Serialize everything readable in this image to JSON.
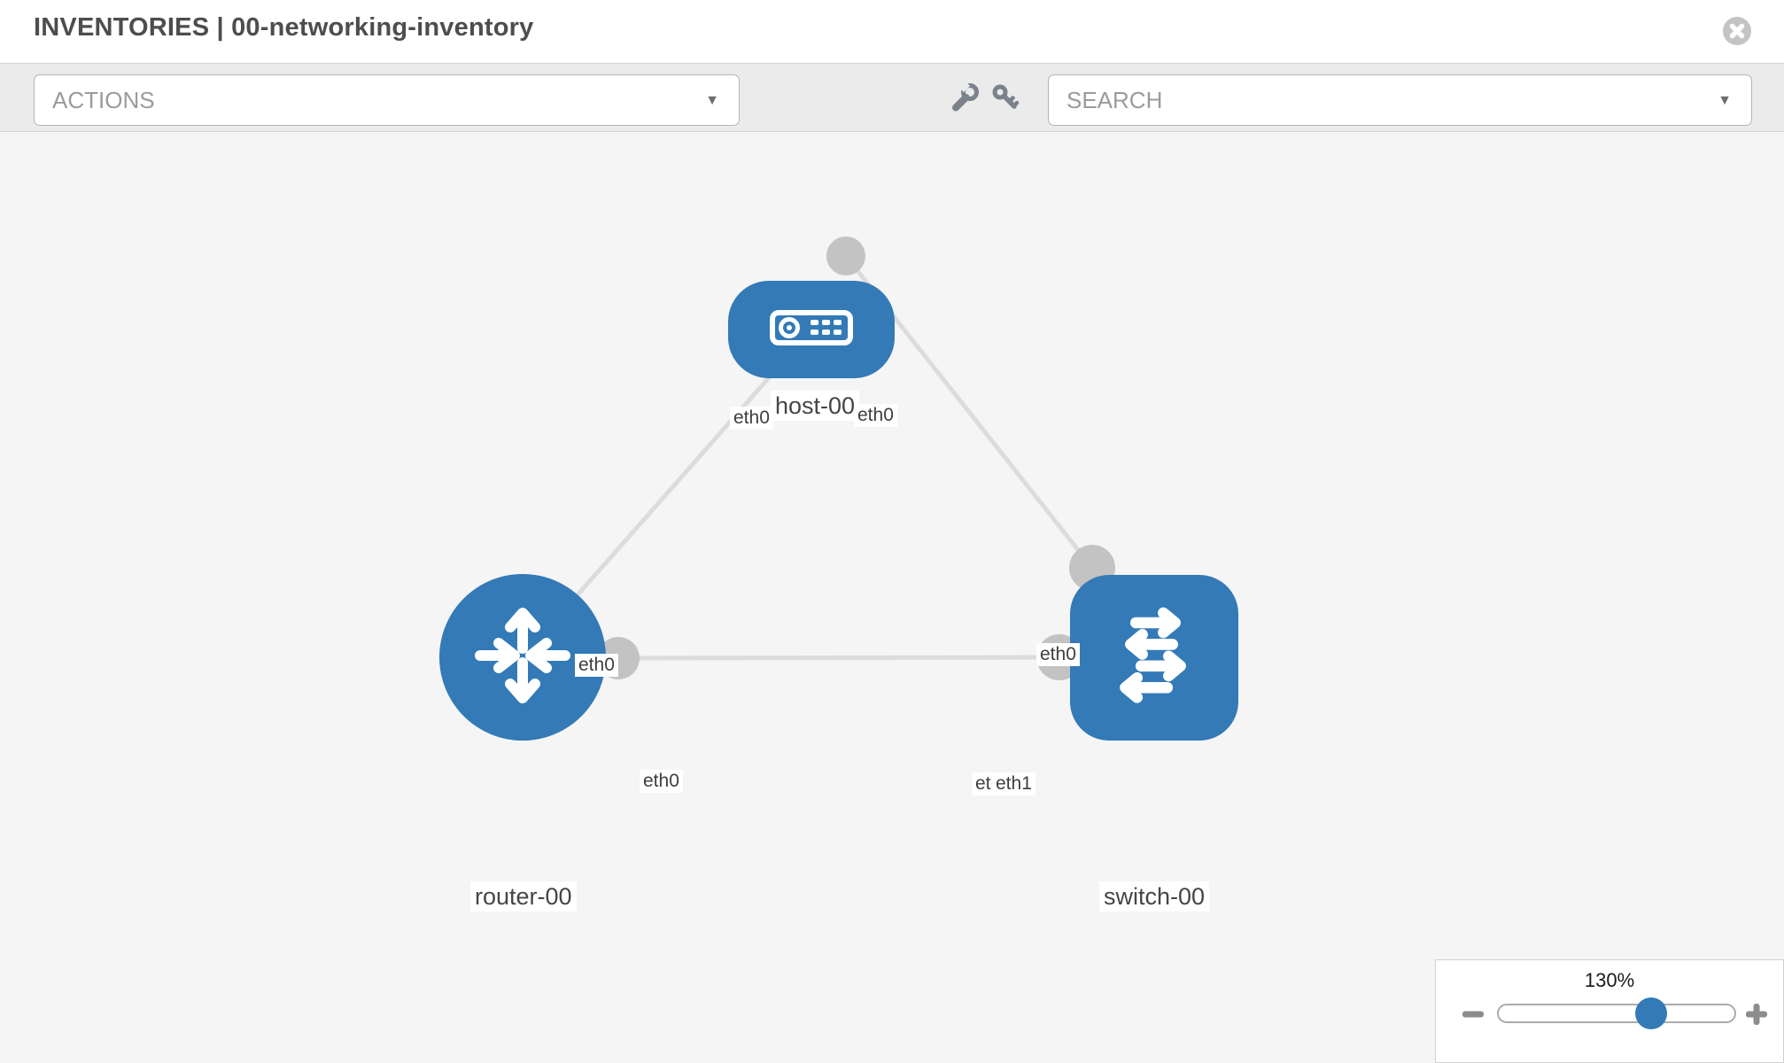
{
  "header": {
    "title": "INVENTORIES | 00-networking-inventory",
    "close_icon": "close-icon"
  },
  "toolbar": {
    "actions_dropdown": {
      "label": "ACTIONS",
      "caret": "▼"
    },
    "search_dropdown": {
      "placeholder": "SEARCH",
      "caret": "▼"
    },
    "wrench_icon": "wrench-icon",
    "key_icon": "key-icon"
  },
  "topology": {
    "nodes": [
      {
        "label": "host-00",
        "type": "host",
        "icon": "host-icon"
      },
      {
        "label": "router-00",
        "type": "router",
        "icon": "router-icon"
      },
      {
        "label": "switch-00",
        "type": "switch",
        "icon": "switch-icon"
      }
    ],
    "interfaces": {
      "host_left": "eth0",
      "host_right": "eth0",
      "router_top": "eth0",
      "switch_top": "eth0",
      "router_right": "eth0",
      "switch_left_under": "eth0",
      "switch_left_over": "eth1"
    },
    "links": [
      {
        "from": "host-00",
        "to": "router-00"
      },
      {
        "from": "host-00",
        "to": "switch-00"
      },
      {
        "from": "router-00",
        "to": "switch-00"
      }
    ]
  },
  "zoom_control": {
    "level": "130%",
    "minus_icon": "minus-icon",
    "plus_icon": "plus-icon"
  },
  "colors": {
    "node_blue": "#337ab7",
    "port_gray": "#c3c3c3",
    "link_gray": "#dcdcdc",
    "toolbar_bg": "#ebebeb",
    "canvas_bg": "#f5f5f5"
  }
}
